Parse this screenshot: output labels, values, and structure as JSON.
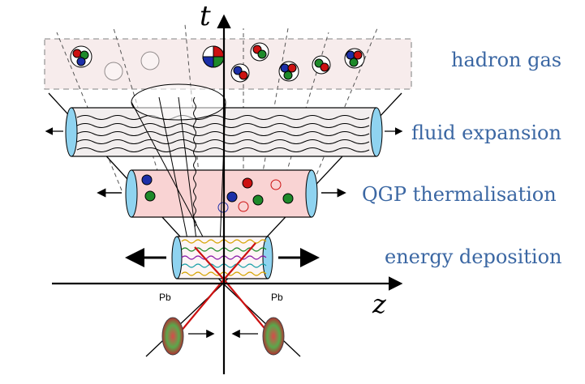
{
  "axes": {
    "time_label": "t",
    "space_label": "z"
  },
  "stages": {
    "hadron_gas": "hadron gas",
    "fluid_expansion": "fluid expansion",
    "qgp_thermalisation": "QGP thermalisation",
    "energy_deposition": "energy deposition"
  },
  "nuclei": {
    "left": "Pb",
    "right": "Pb"
  },
  "colors": {
    "label_blue": "#3b67a3",
    "hadron_gas_fill": "#f7ecec",
    "fluid_fill": "#f2eeee",
    "qgp_fill": "#f9d3d3",
    "tube_end": "#8fd3f0",
    "quark_red": "#cc1111",
    "quark_green": "#1e8a2a",
    "quark_blue": "#1c2fa8"
  }
}
